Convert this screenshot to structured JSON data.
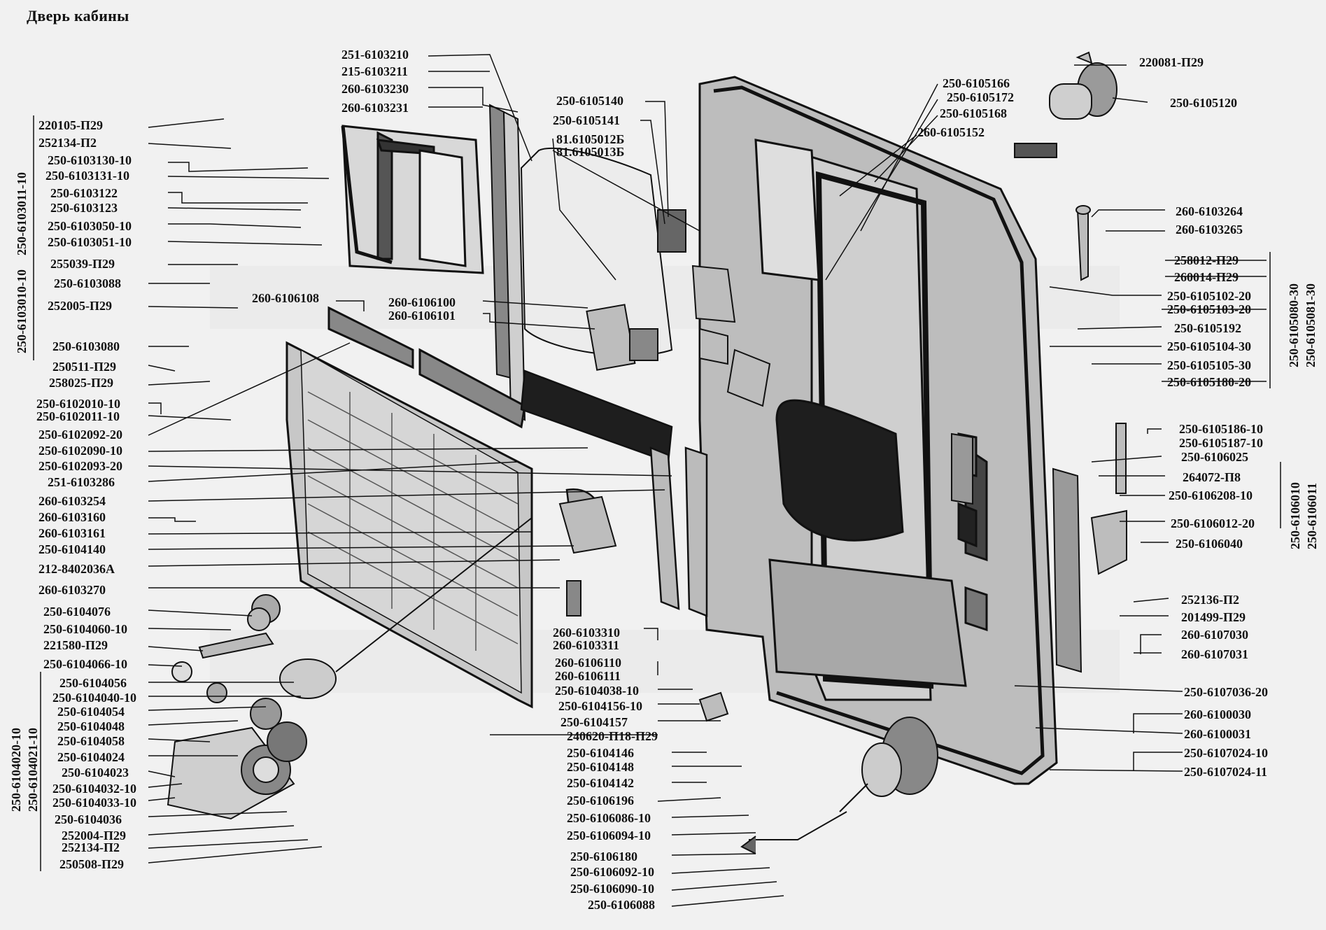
{
  "title": "Дверь кабины",
  "labels": {
    "l_220081_p29": "220081-П29",
    "l_250_6105120": "250-6105120",
    "l_251_6103210": "251-6103210",
    "l_215_6103211": "215-6103211",
    "l_260_6103230": "260-6103230",
    "l_260_6103231": "260-6103231",
    "l_250_6105166": "250-6105166",
    "l_250_6105172": "250-6105172",
    "l_250_6105168": "250-6105168",
    "l_260_6105152": "260-6105152",
    "l_250_6105140": "250-6105140",
    "l_250_6105141": "250-6105141",
    "l_81_6105012b": "81.6105012Б",
    "l_81_6105013b": "81.6105013Б",
    "l_220105_p29": "220105-П29",
    "l_252134_p2_top": "252134-П2",
    "l_250_6103130_10": "250-6103130-10",
    "l_250_6103131_10": "250-6103131-10",
    "l_250_6103122": "250-6103122",
    "l_250_6103123": "250-6103123",
    "l_250_6103050_10": "250-6103050-10",
    "l_250_6103051_10": "250-6103051-10",
    "l_255039_p29": "255039-П29",
    "l_250_6103088": "250-6103088",
    "l_252005_p29": "252005-П29",
    "l_250_6103080": "250-6103080",
    "l_250511_p29": "250511-П29",
    "l_258025_p29": "258025-П29",
    "l_250_6102010_10": "250-6102010-10",
    "l_250_6102011_10": "250-6102011-10",
    "l_250_6102092_20": "250-6102092-20",
    "l_250_6102090_10": "250-6102090-10",
    "l_250_6102093_20": "250-6102093-20",
    "l_251_6103286": "251-6103286",
    "l_260_6103254": "260-6103254",
    "l_260_6103160": "260-6103160",
    "l_260_6103161": "260-6103161",
    "l_250_6104140": "250-6104140",
    "l_212_8402036a": "212-8402036А",
    "l_260_6103270": "260-6103270",
    "l_250_6104076": "250-6104076",
    "l_250_6104060_10": "250-6104060-10",
    "l_221580_p29": "221580-П29",
    "l_250_6104066_10": "250-6104066-10",
    "l_250_6104056": "250-6104056",
    "l_250_6104040_10": "250-6104040-10",
    "l_250_6104054": "250-6104054",
    "l_250_6104048": "250-6104048",
    "l_250_6104058": "250-6104058",
    "l_250_6104024": "250-6104024",
    "l_250_6104023": "250-6104023",
    "l_250_6104032_10": "250-6104032-10",
    "l_250_6104033_10": "250-6104033-10",
    "l_250_6104036": "250-6104036",
    "l_252004_p29": "252004-П29",
    "l_252134_p2_bot": "252134-П2",
    "l_250508_p29": "250508-П29",
    "l_260_6106108": "260-6106108",
    "l_260_6106100": "260-6106100",
    "l_260_6106101": "260-6106101",
    "l_260_6103310": "260-6103310",
    "l_260_6103311": "260-6103311",
    "l_260_6106110": "260-6106110",
    "l_260_6106111": "260-6106111",
    "l_250_6104038_10": "250-6104038-10",
    "l_250_6104156_10": "250-6104156-10",
    "l_250_6104157": "250-6104157",
    "l_240620_p18_p29": "240620-П18-П29",
    "l_250_6104146": "250-6104146",
    "l_250_6104148": "250-6104148",
    "l_250_6104142": "250-6104142",
    "l_250_6106196": "250-6106196",
    "l_250_6106086_10": "250-6106086-10",
    "l_250_6106094_10": "250-6106094-10",
    "l_250_6106180": "250-6106180",
    "l_250_6106092_10": "250-6106092-10",
    "l_250_6106090_10": "250-6106090-10",
    "l_250_6106088": "250-6106088",
    "l_260_6103264": "260-6103264",
    "l_260_6103265": "260-6103265",
    "l_258012_p29": "258012-П29",
    "l_260014_p29": "260014-П29",
    "l_250_6105102_20": "250-6105102-20",
    "l_250_6105103_20": "250-6105103-20",
    "l_250_6105192": "250-6105192",
    "l_250_6105104_30": "250-6105104-30",
    "l_250_6105105_30": "250-6105105-30",
    "l_250_6105180_20": "250-6105180-20",
    "l_250_6105186_10": "250-6105186-10",
    "l_250_6105187_10": "250-6105187-10",
    "l_250_6106025": "250-6106025",
    "l_264072_p8": "264072-П8",
    "l_250_6106208_10": "250-6106208-10",
    "l_250_6106012_20": "250-6106012-20",
    "l_250_6106040": "250-6106040",
    "l_252136_p2": "252136-П2",
    "l_201499_p29": "201499-П29",
    "l_260_6107030": "260-6107030",
    "l_260_6107031": "260-6107031",
    "l_250_6107036_20": "250-6107036-20",
    "l_260_6100030": "260-6100030",
    "l_260_6100031": "260-6100031",
    "l_250_6107024_10": "250-6107024-10",
    "l_250_6107024_11": "250-6107024-11"
  },
  "vertical_labels": {
    "v_250_6103011_10": "250-6103011-10",
    "v_250_6103010_10": "250-6103010-10",
    "v_250_6104020_10": "250-6104020-10",
    "v_250_6104021_10": "250-6104021-10",
    "v_250_6105080_30": "250-6105080-30",
    "v_250_6105081_30": "250-6105081-30",
    "v_250_6106010": "250-6106010",
    "v_250_6106011": "250-6106011"
  },
  "colors": {
    "background": "#f1f1f1",
    "ink": "#111111",
    "shade": "#8a8a8a",
    "dark": "#1a1a1a"
  }
}
